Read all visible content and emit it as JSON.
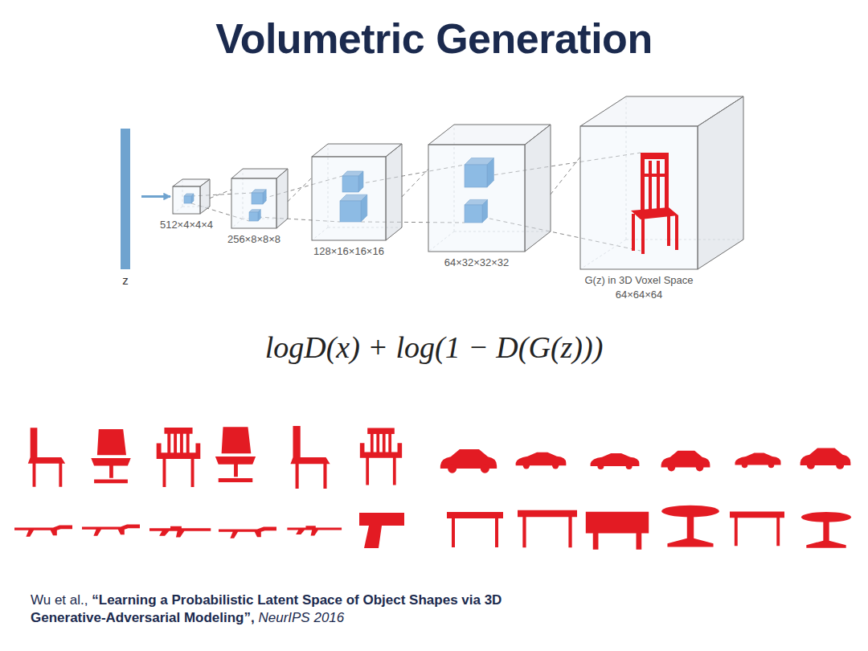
{
  "diagram": {
    "title": "Volumetric Generation",
    "nodes": [
      {
        "text": [
          "z"
        ]
      },
      {
        "text": [
          "512×4×4×4"
        ]
      },
      {
        "text": [
          "256×8×8×8"
        ]
      },
      {
        "text": [
          "128×16×16×16"
        ]
      },
      {
        "text": [
          "64×32×32×32"
        ]
      },
      {
        "text": [
          "G(z) in 3D Voxel Space",
          "64×64×64"
        ]
      }
    ],
    "edges": [
      {
        "from": 0,
        "to": 1,
        "arrow": "to"
      },
      {
        "from": 1,
        "to": 2,
        "arrow": "none"
      },
      {
        "from": 2,
        "to": 3,
        "arrow": "none"
      },
      {
        "from": 3,
        "to": 4,
        "arrow": "none"
      },
      {
        "from": 4,
        "to": 5,
        "arrow": "none"
      }
    ],
    "labels": [
      "logD(x) + log(1 − D(G(z)))",
      "Wu et al.,",
      "“Learning a Probabilistic Latent Space of Object Shapes via 3D Generative-Adversarial Modeling”,",
      "NeurIPS 2016"
    ]
  }
}
